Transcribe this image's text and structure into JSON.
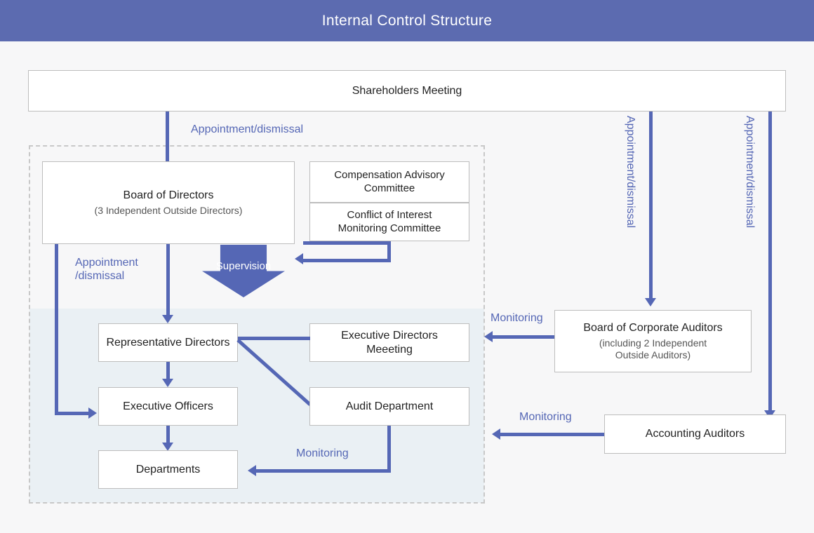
{
  "header": {
    "title": "Internal Control Structure"
  },
  "colors": {
    "header_bg": "#5c6bb0",
    "accent": "#5567b5",
    "band_bg": "#eaf0f4",
    "page_bg": "#f7f7f8",
    "box_border": "#bdbdbd",
    "dashed_border": "#c8c8c8"
  },
  "nodes": {
    "shareholders_meeting": {
      "label": "Shareholders Meeting"
    },
    "board_of_directors": {
      "label": "Board of Directors",
      "sub": "(3 Independent Outside Directors)"
    },
    "compensation_advisory_committee": {
      "label": "Compensation Advisory\nCommittee"
    },
    "conflict_of_interest_committee": {
      "label": "Conflict of Interest\nMonitoring Committee"
    },
    "representative_directors": {
      "label": "Representative Directors"
    },
    "executive_directors_meeting": {
      "label": "Executive Directors\nMeeeting"
    },
    "executive_officers": {
      "label": "Executive Officers"
    },
    "audit_department": {
      "label": "Audit Department"
    },
    "departments": {
      "label": "Departments"
    },
    "board_of_corporate_auditors": {
      "label": "Board of Corporate Auditors",
      "sub": "(including 2 Independent\nOutside Auditors)"
    },
    "accounting_auditors": {
      "label": "Accounting Auditors"
    }
  },
  "edge_labels": {
    "appointment_dismissal_top": "Appointment/dismissal",
    "appointment_dismissal_board": "Appointment\n/dismissal",
    "appointment_dismissal_auditors": "Appointment/dismissal",
    "appointment_dismissal_accounting": "Appointment/dismissal",
    "supervision": "Supervision",
    "monitoring_auditors": "Monitoring",
    "monitoring_accounting": "Monitoring",
    "monitoring_audit_dept": "Monitoring"
  },
  "diagram_meta": {
    "type": "org-flow-diagram",
    "edges": [
      {
        "from": "shareholders_meeting",
        "to": "board_of_directors",
        "label": "Appointment/dismissal"
      },
      {
        "from": "shareholders_meeting",
        "to": "board_of_corporate_auditors",
        "label": "Appointment/dismissal"
      },
      {
        "from": "shareholders_meeting",
        "to": "accounting_auditors",
        "label": "Appointment/dismissal"
      },
      {
        "from": "board_of_directors",
        "to": "representative_directors",
        "label": "Appointment/dismissal"
      },
      {
        "from": "board_of_directors",
        "to": "executive_officers",
        "label": "Appointment/dismissal"
      },
      {
        "from": "board_of_directors",
        "to": "representative_directors",
        "label": "Supervision"
      },
      {
        "from": "conflict_of_interest_committee",
        "to": "board_of_directors",
        "label": ""
      },
      {
        "from": "representative_directors",
        "to": "executive_directors_meeting",
        "label": ""
      },
      {
        "from": "representative_directors",
        "to": "audit_department",
        "label": ""
      },
      {
        "from": "representative_directors",
        "to": "executive_officers",
        "label": ""
      },
      {
        "from": "executive_officers",
        "to": "departments",
        "label": ""
      },
      {
        "from": "audit_department",
        "to": "departments",
        "label": "Monitoring"
      },
      {
        "from": "board_of_corporate_auditors",
        "to": "executive_directors_meeting",
        "label": "Monitoring"
      },
      {
        "from": "accounting_auditors",
        "to": "audit_department",
        "label": "Monitoring"
      }
    ]
  }
}
